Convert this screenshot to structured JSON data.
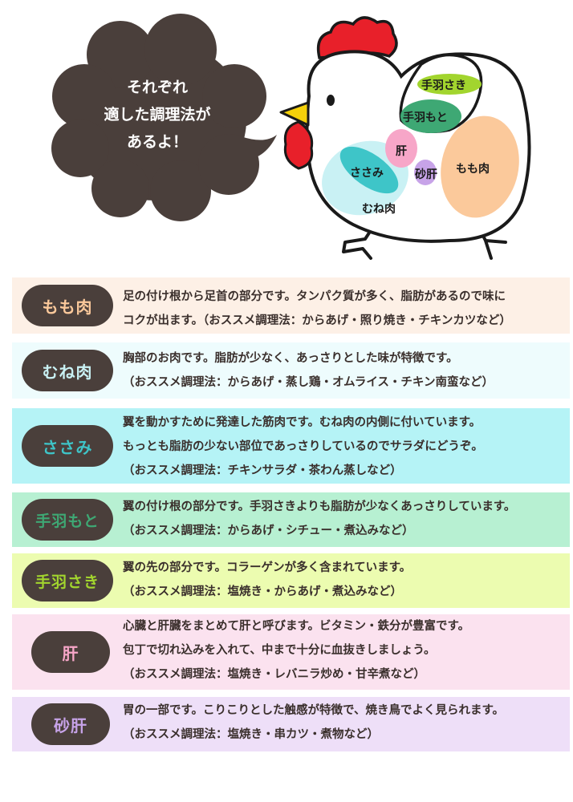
{
  "speech_bubble": {
    "lines": [
      "それぞれ",
      "適した調理法が",
      "あるよ！"
    ]
  },
  "diagram_labels": {
    "teba_saki": "手羽さき",
    "teba_moto": "手羽もと",
    "kimo": "肝",
    "sasami": "ささみ",
    "sunagimo": "砂肝",
    "momo": "もも肉",
    "mune": "むね肉"
  },
  "colors": {
    "badge_bg": "#4a3f3b",
    "momo": "#fbc99b",
    "mune": "#c9f1f4",
    "sasami": "#3ec5c8",
    "teba_moto": "#3ea874",
    "teba_saki": "#a2d52e",
    "kimo": "#f7a6c8",
    "sunagimo": "#c7a3e8"
  },
  "parts": [
    {
      "name": "もも肉",
      "lines": [
        "足の付け根から足首の部分です。タンパク質が多く、脂肪があるので味に",
        "コクが出ます。（おススメ調理法：からあげ・照り焼き・チキンカツなど）"
      ]
    },
    {
      "name": "むね肉",
      "lines": [
        "胸部のお肉です。脂肪が少なく、あっさりとした味が特徴です。",
        "（おススメ調理法：からあげ・蒸し鶏・オムライス・チキン南蛮など）"
      ]
    },
    {
      "name": "ささみ",
      "lines": [
        "翼を動かすために発達した筋肉です。むね肉の内側に付いています。",
        "もっとも脂肪の少ない部位であっさりしているのでサラダにどうぞ。",
        "（おススメ調理法：チキンサラダ・茶わん蒸しなど）"
      ]
    },
    {
      "name": "手羽もと",
      "lines": [
        "翼の付け根の部分です。手羽さきよりも脂肪が少なくあっさりしています。",
        "（おススメ調理法：からあげ・シチュー・煮込みなど）"
      ]
    },
    {
      "name": "手羽さき",
      "lines": [
        "翼の先の部分です。コラーゲンが多く含まれています。",
        "（おススメ調理法：塩焼き・からあげ・煮込みなど）"
      ]
    },
    {
      "name": "肝",
      "lines": [
        "心臓と肝臓をまとめて肝と呼びます。ビタミン・鉄分が豊富です。",
        "包丁で切れ込みを入れて、中まで十分に血抜きしましょう。",
        "（おススメ調理法：塩焼き・レバニラ炒め・甘辛煮など）"
      ]
    },
    {
      "name": "砂肝",
      "lines": [
        "胃の一部です。こりこりとした触感が特徴で、焼き鳥でよく見られます。",
        "（おススメ調理法：塩焼き・串カツ・煮物など）"
      ]
    }
  ]
}
